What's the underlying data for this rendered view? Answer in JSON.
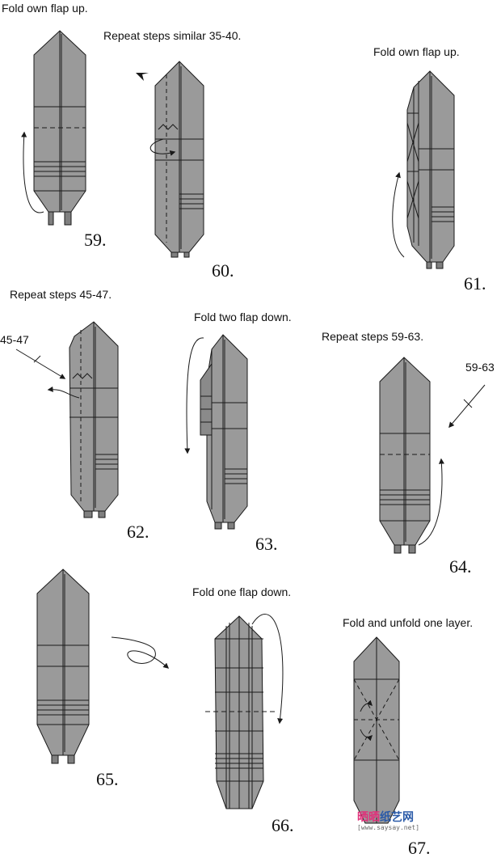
{
  "captions": {
    "c59": "Fold own flap up.",
    "c60": "Repeat  steps similar 35-40.",
    "c61": "Fold own flap up.",
    "c62": "Repeat  steps 45-47.",
    "c63": "Fold two flap down.",
    "c64": "Repeat steps 59-63.",
    "c66": "Fold one flap down.",
    "c67": "Fold and unfold one layer."
  },
  "step_numbers": {
    "n59": "59.",
    "n60": "60.",
    "n61": "61.",
    "n62": "62.",
    "n63": "63.",
    "n64": "64.",
    "n65": "65.",
    "n66": "66.",
    "n67": "67."
  },
  "annotations": {
    "a62": "45-47",
    "a64": "59-63"
  },
  "watermark": {
    "cn_a": "晒晒",
    "cn_b": "纸艺网",
    "url": "[www.saysay.net]"
  },
  "colors": {
    "paper": "#9a9a9a",
    "paper_dark": "#7f7f7f",
    "line": "#1a1a1a"
  }
}
